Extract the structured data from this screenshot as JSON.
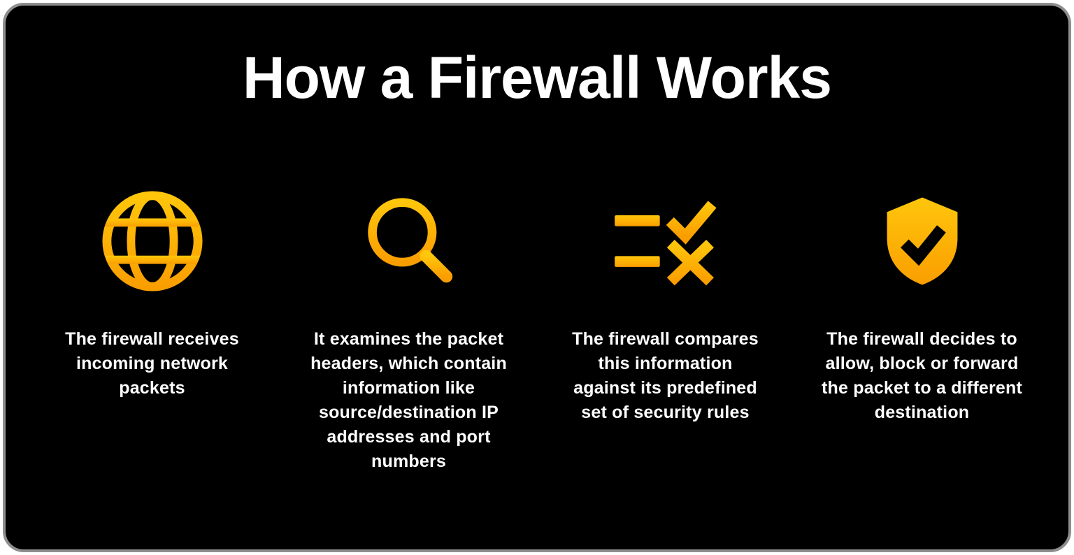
{
  "card": {
    "title": "How a Firewall Works"
  },
  "steps": [
    {
      "icon": "globe-icon",
      "text": "The firewall receives incoming network packets"
    },
    {
      "icon": "magnifier-icon",
      "text": "It examines the packet headers, which contain information like source/destination IP addresses and port numbers"
    },
    {
      "icon": "rules-check-icon",
      "text": "The firewall compares this information against its predefined set of security rules"
    },
    {
      "icon": "shield-check-icon",
      "text": "The firewall decides to allow, block or forward the packet to a different destination"
    }
  ],
  "colors": {
    "background": "#000000",
    "border": "#8E8E8E",
    "text": "#FFFFFF",
    "icon_gradient_top": "#FFC60B",
    "icon_gradient_bottom": "#FA9E00"
  }
}
